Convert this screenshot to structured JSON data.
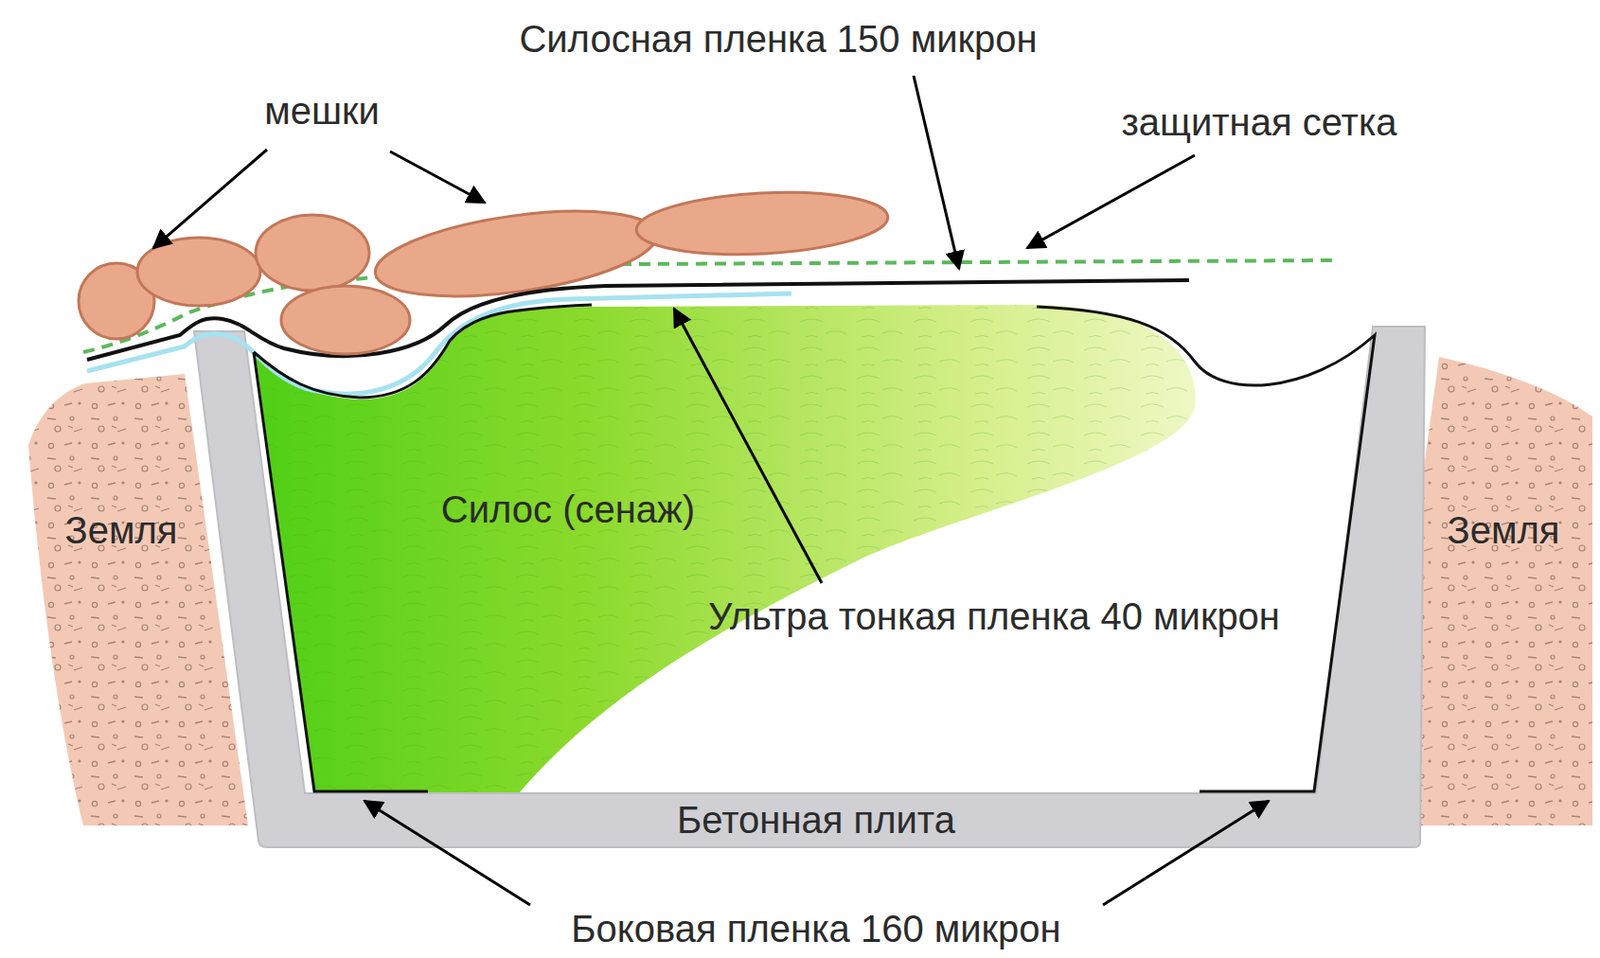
{
  "diagram": {
    "nodes": [
      {
        "text": [
          "Земля"
        ]
      },
      {
        "text": [
          "Силос (сенаж)"
        ]
      },
      {
        "text": [
          "Земля"
        ]
      },
      {
        "text": [
          "Бетонная плита"
        ]
      }
    ],
    "labels": [
      "Силосная пленка 150 микрон",
      "мешки",
      "защитная сетка",
      "Ультра тонкая пленка 40 микрон",
      "Боковая пленка 160 микрон"
    ]
  }
}
